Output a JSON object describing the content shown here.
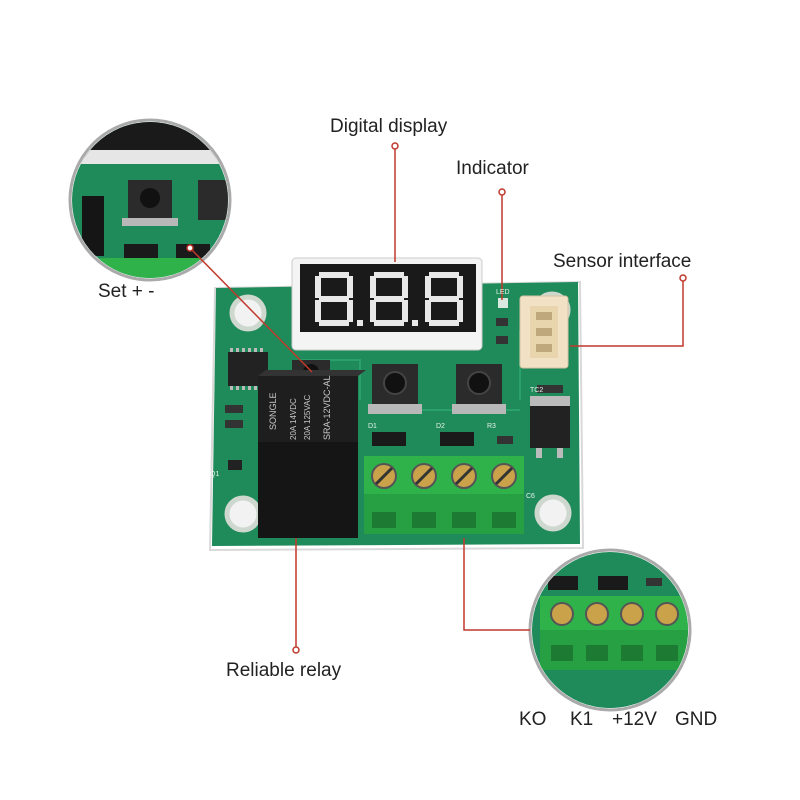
{
  "labels": {
    "digital_display": "Digital display",
    "indicator": "Indicator",
    "sensor_interface": "Sensor  interface",
    "set_buttons": "Set  +  -",
    "reliable_relay": "Reliable relay"
  },
  "terminals": [
    "KO",
    "K1",
    "+12V",
    "GND"
  ],
  "relay_text": [
    "SONGLE",
    "20A 14VDC",
    "20A 125VAC",
    "SRA-12VDC-AL"
  ],
  "pcb_marks": [
    "D1",
    "D2",
    "R3",
    "C6",
    "Q1",
    "LED",
    "TC2"
  ],
  "colors": {
    "pcb": "#1f8a5a",
    "terminal_green": "#2fb24a",
    "callout_line": "#c0392b",
    "digit": "#e8e8e8"
  }
}
